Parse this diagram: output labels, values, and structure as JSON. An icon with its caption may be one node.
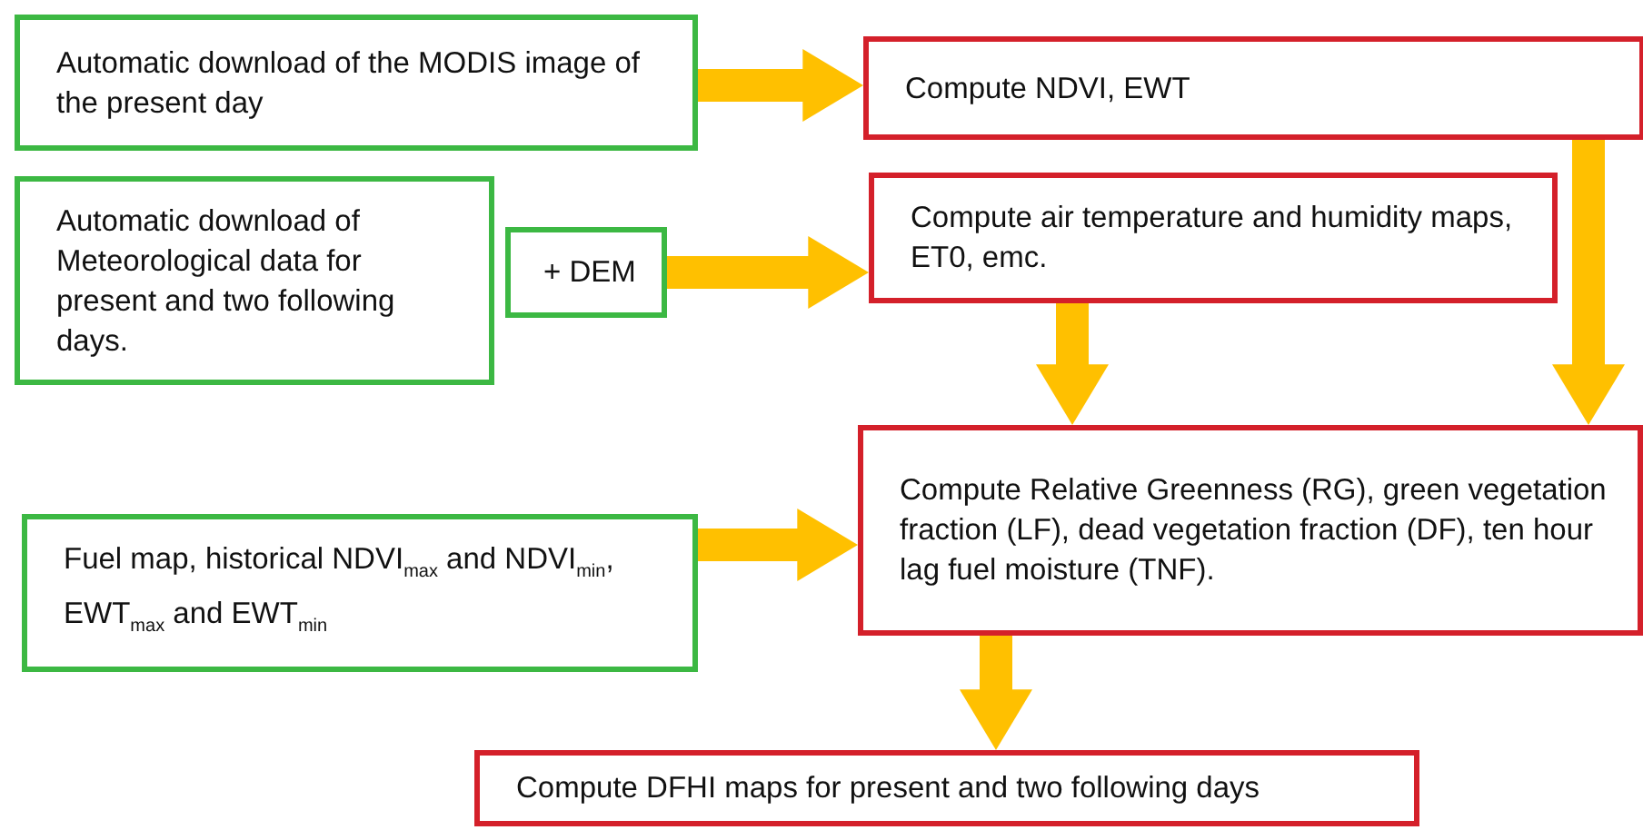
{
  "diagram": {
    "nodes": [
      {
        "text": [
          "Automatic download of the MODIS image of the present day"
        ]
      },
      {
        "text": [
          "Compute NDVI,  EWT"
        ]
      },
      {
        "text": [
          "Automatic download of Meteorological data for present and two following days."
        ]
      },
      {
        "text": [
          "+ DEM"
        ]
      },
      {
        "text": [
          "Compute air temperature and humidity maps, ET0, emc."
        ]
      },
      {
        "text": [
          "Compute Relative Greenness (RG), green vegetation fraction (LF), dead vegetation fraction (DF), ten hour lag fuel moisture (TNF)."
        ]
      },
      {
        "text": [
          "Fuel map, historical NDVI$_{max}$ and NDVI$_{min}$, EWT$_{max}$ and EWT$_{min}$"
        ]
      },
      {
        "text": [
          "Compute DFHI maps for present and two following days"
        ]
      }
    ],
    "edges": [
      {
        "from": 0,
        "to": 1,
        "arrow": "to"
      },
      {
        "from": 1,
        "to": 5,
        "arrow": "to"
      },
      {
        "from": 3,
        "to": 4,
        "arrow": "to"
      },
      {
        "from": 4,
        "to": 5,
        "arrow": "to"
      },
      {
        "from": 6,
        "to": 5,
        "arrow": "to"
      },
      {
        "from": 5,
        "to": 7,
        "arrow": "to"
      }
    ]
  }
}
